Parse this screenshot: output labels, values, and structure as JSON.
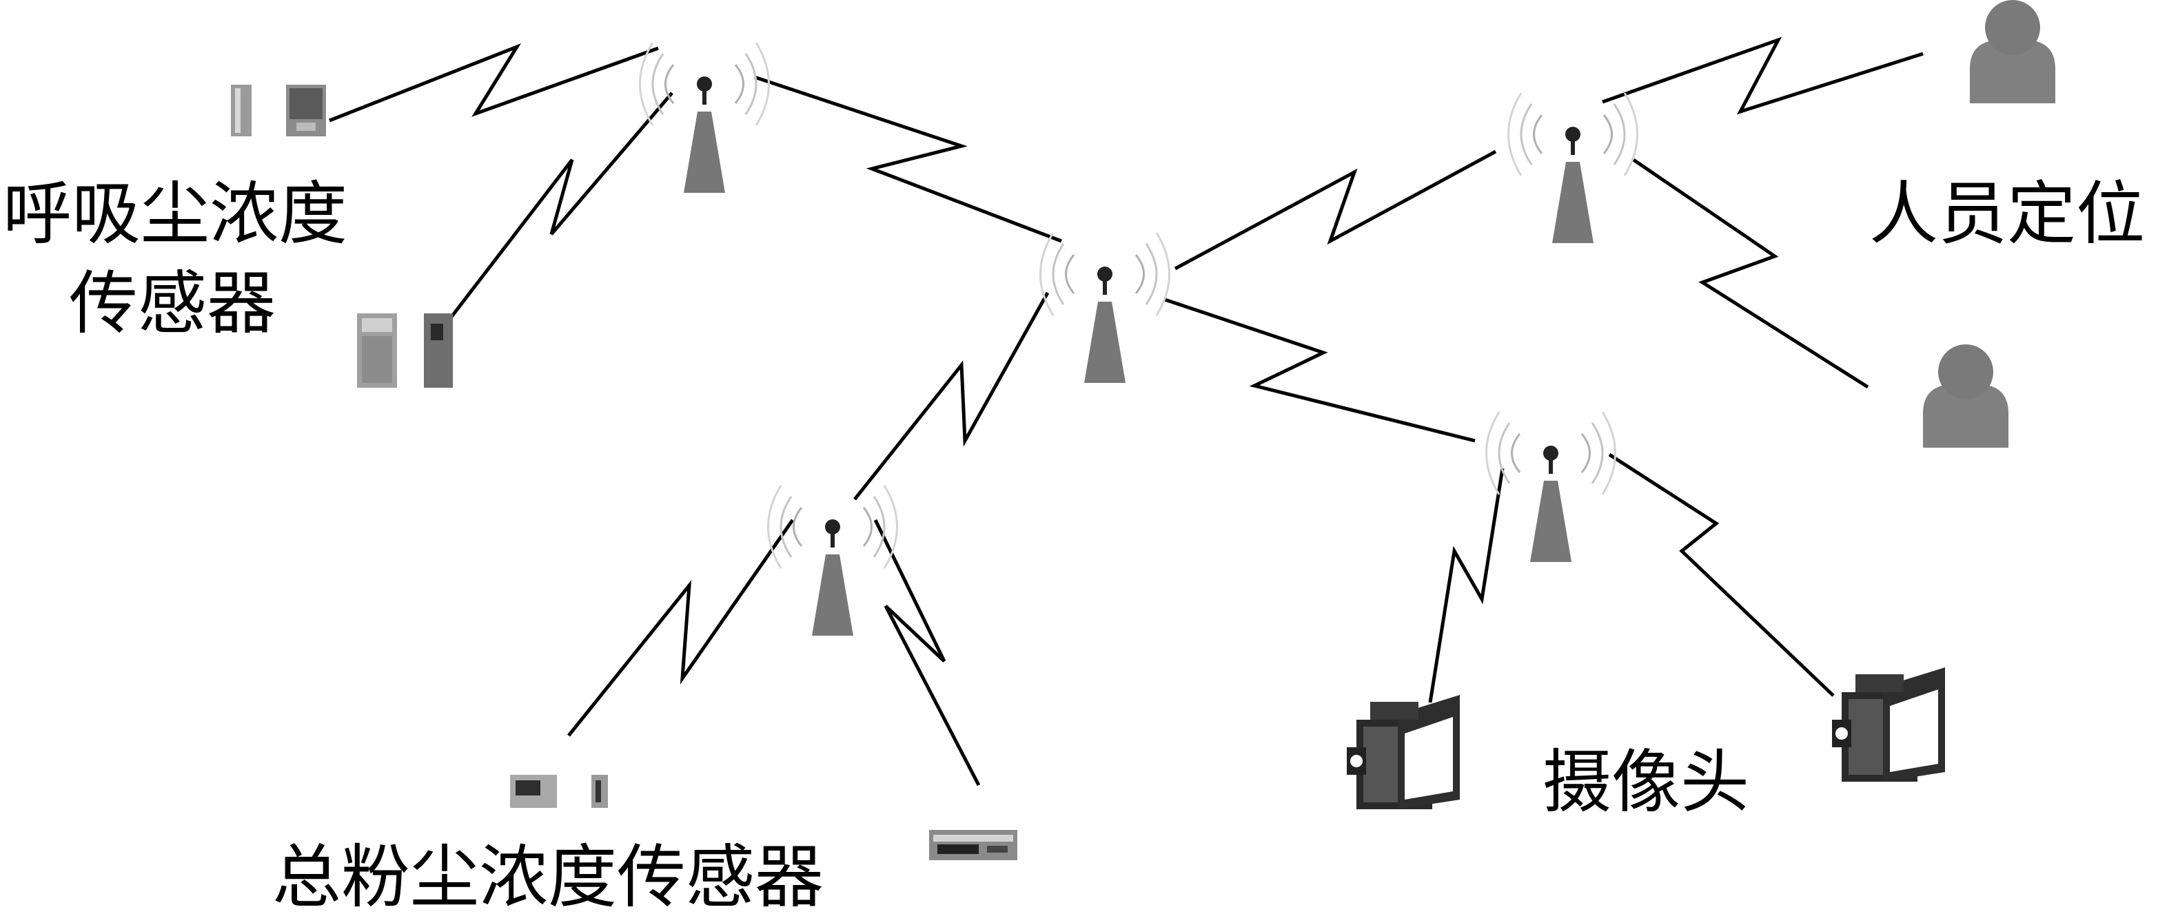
{
  "labels": {
    "respirable_dust_sensor_line1": "呼吸尘浓度",
    "respirable_dust_sensor_line2": "传感器",
    "personnel_positioning": "人员定位",
    "camera": "摄像头",
    "total_dust_sensor": "总粉尘浓度传感器"
  },
  "icons": {
    "base_station": "wireless-tower-icon",
    "wireless_link": "lightning-zigzag-link",
    "person": "person-icon",
    "camera": "video-camera-icon",
    "sensor": "dust-sensor-device"
  },
  "colors": {
    "tower_gray": "#777777",
    "person_gray": "#808080",
    "line": "#000000",
    "background": "#ffffff"
  }
}
